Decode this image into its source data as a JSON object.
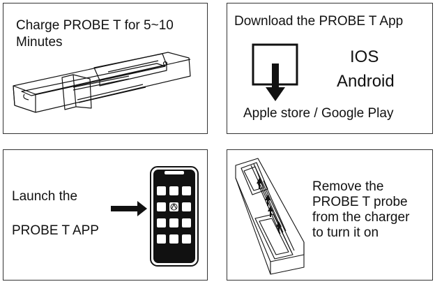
{
  "step1": {
    "line1": "Charge PROBE T for 5~10",
    "line2": "Minutes"
  },
  "step2": {
    "title": "Download the PROBE T App",
    "os1": "IOS",
    "os2": "Android",
    "stores": "Apple store / Google Play"
  },
  "step3": {
    "line1": "Launch the",
    "line2": "PROBE T APP"
  },
  "step4": {
    "line1": "Remove the",
    "line2": "PROBE T probe",
    "line3": "from the charger",
    "line4": "to turn it on"
  }
}
